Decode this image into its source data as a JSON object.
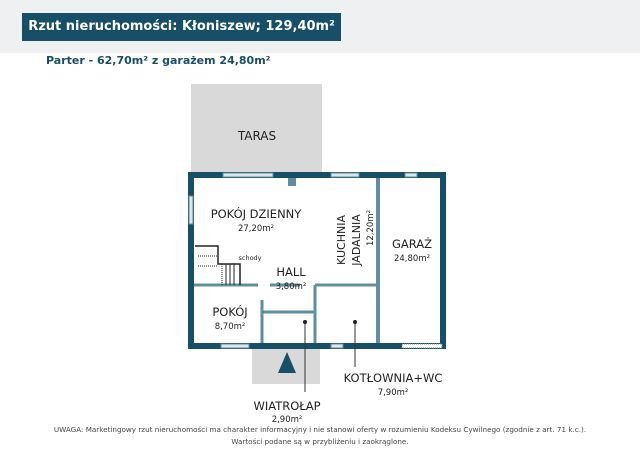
{
  "header": {
    "title": "Rzut nieruchomości: Kłoniszew; 129,40m²",
    "subtitle": "Parter - 62,70m² z garażem 24,80m²"
  },
  "rooms": {
    "taras": {
      "name": "TARAS"
    },
    "pokoj_dzienny": {
      "name": "POKÓJ DZIENNY",
      "area": "27,20m²"
    },
    "kuchnia": {
      "name1": "KUCHNIA",
      "name2": "JADALNIA",
      "area": "12,20m²"
    },
    "garaz": {
      "name": "GARAŻ",
      "area": "24,80m²"
    },
    "hall": {
      "name": "HALL",
      "area": "3,80m²"
    },
    "schody": {
      "name": "schody"
    },
    "pokoj": {
      "name": "POKÓJ",
      "area": "8,70m²"
    },
    "wiatrolap": {
      "name": "WIATROŁAP",
      "area": "2,90m²"
    },
    "kotlownia": {
      "name": "KOTŁOWNIA+WC",
      "area": "7,90m²"
    }
  },
  "footer": {
    "line1": "UWAGA: Marketingowy rzut nieruchomości ma charakter informacyjny i nie stanowi oferty w rozumieniu Kodeksu Cywilnego (zgodnie z art. 71 k.c.).",
    "line2": "Wartości podane są w przybliżeniu i zaokrąglone."
  },
  "colors": {
    "wall": "#174e68",
    "inner_wall": "#5e8e9f",
    "terrace": "#d9d9d9"
  }
}
